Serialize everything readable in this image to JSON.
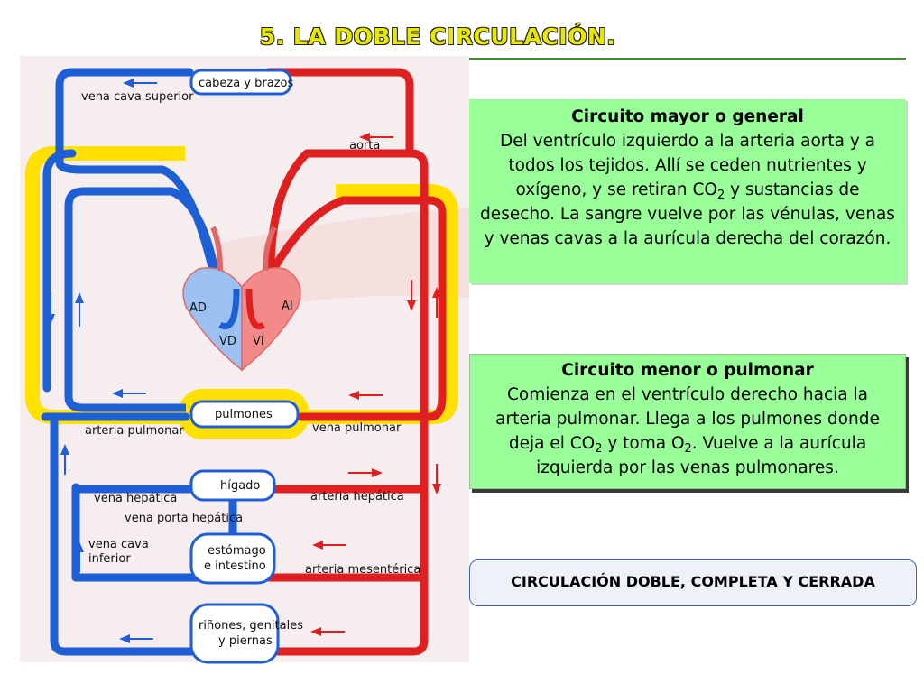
{
  "title": "5. LA DOBLE CIRCULACIÓN.",
  "labels": {
    "vena_cava_superior": "vena cava superior",
    "cabeza_y_brazos": "cabeza y brazos",
    "aorta": "aorta",
    "ad": "AD",
    "ai": "AI",
    "vd": "VD",
    "vi": "VI",
    "pulmones": "pulmones",
    "arteria_pulmonar": "arteria pulmonar",
    "vena_pulmonar": "vena pulmonar",
    "higado": "hígado",
    "vena_hepatica": "vena hepática",
    "arteria_hepatica": "arteria hepática",
    "vena_porta_hepatica": "vena porta hepática",
    "vena_cava": "vena cava",
    "inferior": "inferior",
    "estomago": "estómago",
    "e_intestino": "e intestino",
    "arteria_mesenterica": "arteria mesentérica",
    "rinones_genitales": "riñones, genitales",
    "y_piernas": "y piernas"
  },
  "circuit_major": {
    "heading": "Circuito mayor o general",
    "text_before_sub": " Del ventrículo izquierdo a la arteria aorta y a todos los tejidos. Allí se ceden nutrientes y oxígeno, y se retiran CO",
    "sub": "2",
    "text_after_sub": " y sustancias de desecho. La sangre vuelve por las vénulas, venas y venas cavas a la aurícula derecha del corazón."
  },
  "circuit_minor": {
    "heading": "Circuito menor o pulmonar",
    "text_part1": "Comienza en el ventrículo derecho hacia la arteria pulmonar. Llega a los pulmones donde deja el CO",
    "sub1": "2",
    "text_part2": " y toma O",
    "sub2": "2",
    "text_part3": ". Vuelve a la aurícula izquierda por las venas pulmonares."
  },
  "summary": "CIRCULACIÓN DOBLE, COMPLETA Y CERRADA",
  "colors": {
    "blue_vessel": "#1f5fd6",
    "red_vessel": "#e02020",
    "yellow_outline": "#ffe000",
    "heart_left": "#f28a8a",
    "heart_right": "#9cc0f0",
    "box_green": "#99ff99"
  }
}
